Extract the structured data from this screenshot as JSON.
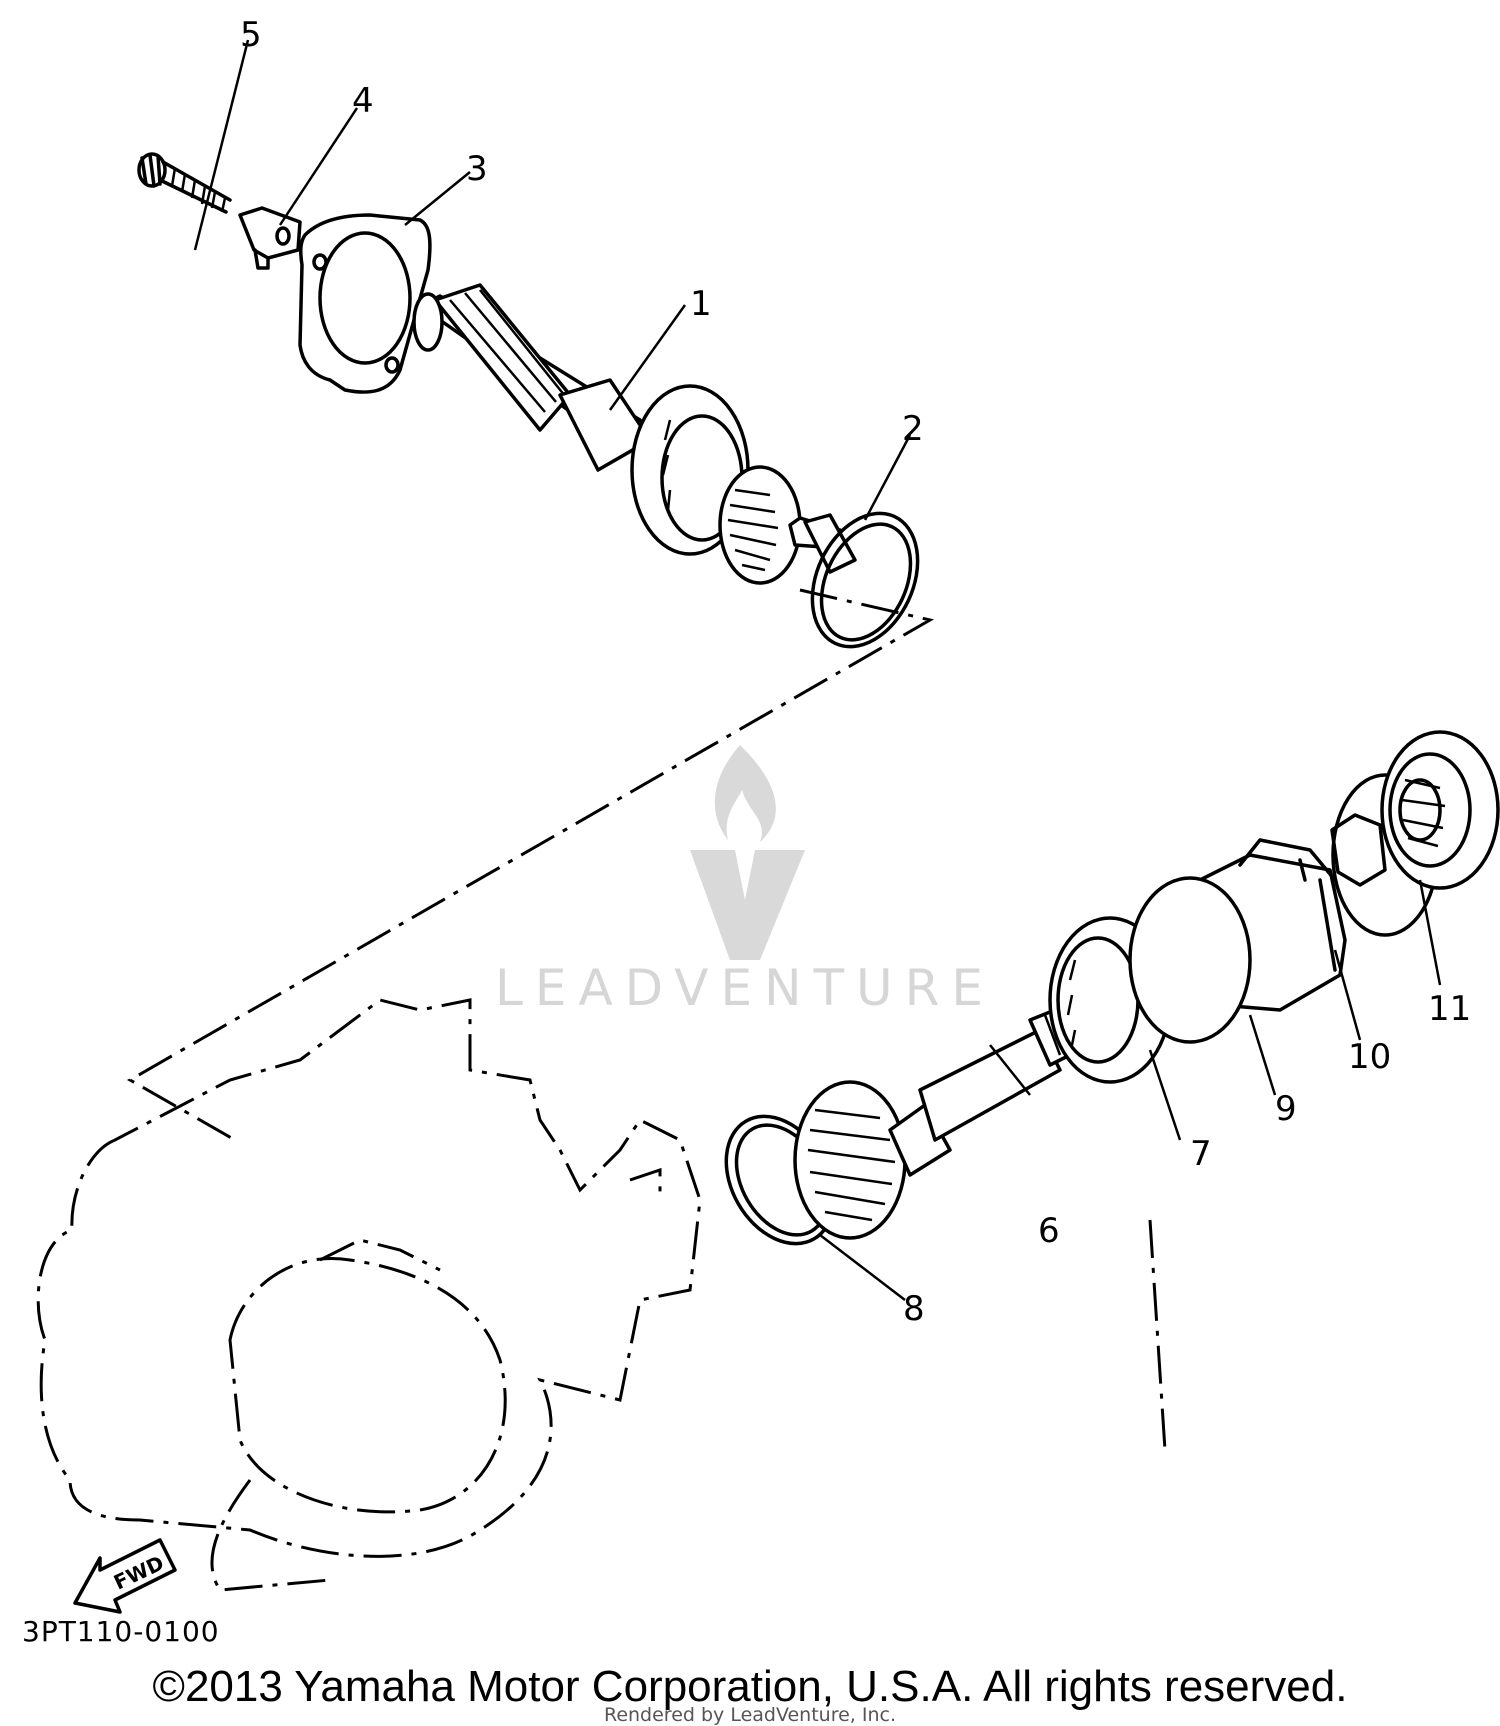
{
  "diagram": {
    "callouts": [
      "1",
      "2",
      "3",
      "4",
      "5",
      "6",
      "7",
      "8",
      "9",
      "10",
      "11"
    ],
    "fwd_label": "FWD",
    "code": "3PT110-0100"
  },
  "watermark": {
    "text": "LEADVENTURE"
  },
  "footer": {
    "copyright": "©2013 Yamaha Motor Corporation, U.S.A. All rights reserved.",
    "rendered_by": "Rendered by LeadVenture, Inc."
  }
}
